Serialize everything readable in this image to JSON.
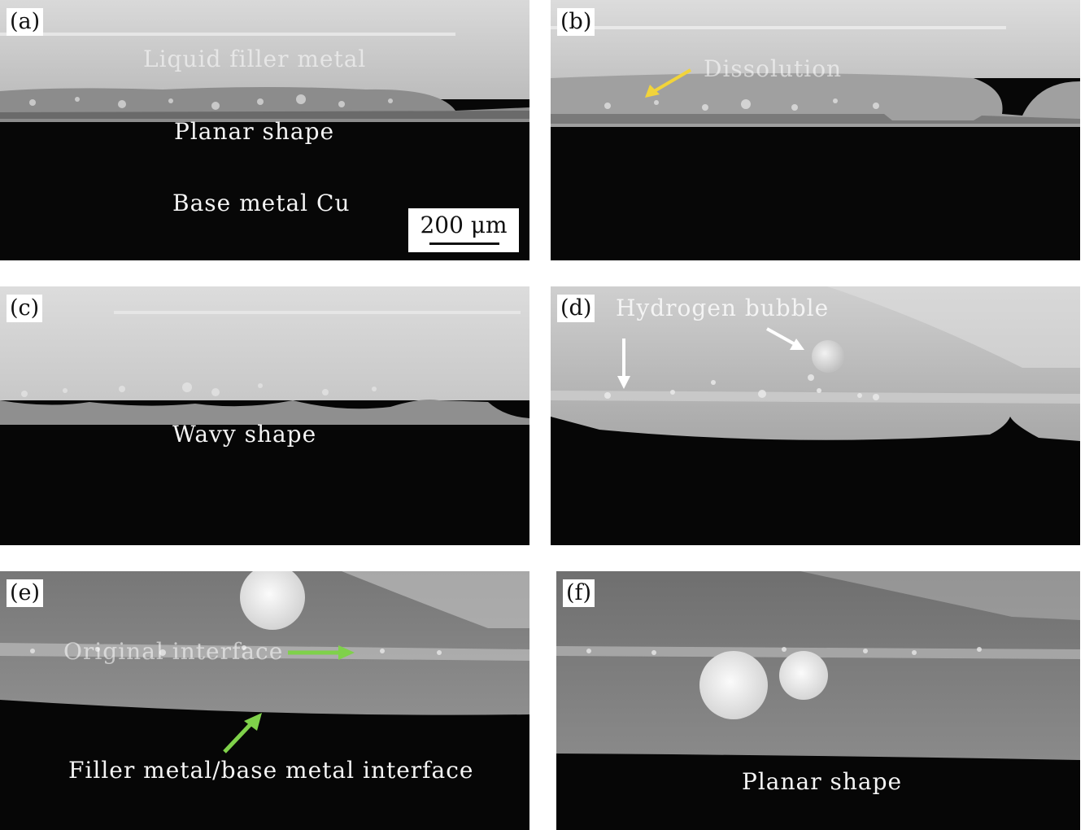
{
  "panels": {
    "a": {
      "label": "(a)",
      "annotations": {
        "liquid": "Liquid filler metal",
        "shape": "Planar shape",
        "base": "Base metal Cu"
      },
      "scale_bar": "200 μm"
    },
    "b": {
      "label": "(b)",
      "annotations": {
        "dissolution": "Dissolution"
      }
    },
    "c": {
      "label": "(c)",
      "annotations": {
        "shape": "Wavy shape"
      }
    },
    "d": {
      "label": "(d)",
      "annotations": {
        "bubble": "Hydrogen bubble"
      }
    },
    "e": {
      "label": "(e)",
      "annotations": {
        "original": "Original interface",
        "interface": "Filler metal/base metal interface"
      }
    },
    "f": {
      "label": "(f)",
      "annotations": {
        "shape": "Planar shape"
      }
    }
  },
  "colors": {
    "arrow_yellow": "#f2d43a",
    "arrow_green": "#7fd14a",
    "arrow_white": "#ffffff"
  }
}
